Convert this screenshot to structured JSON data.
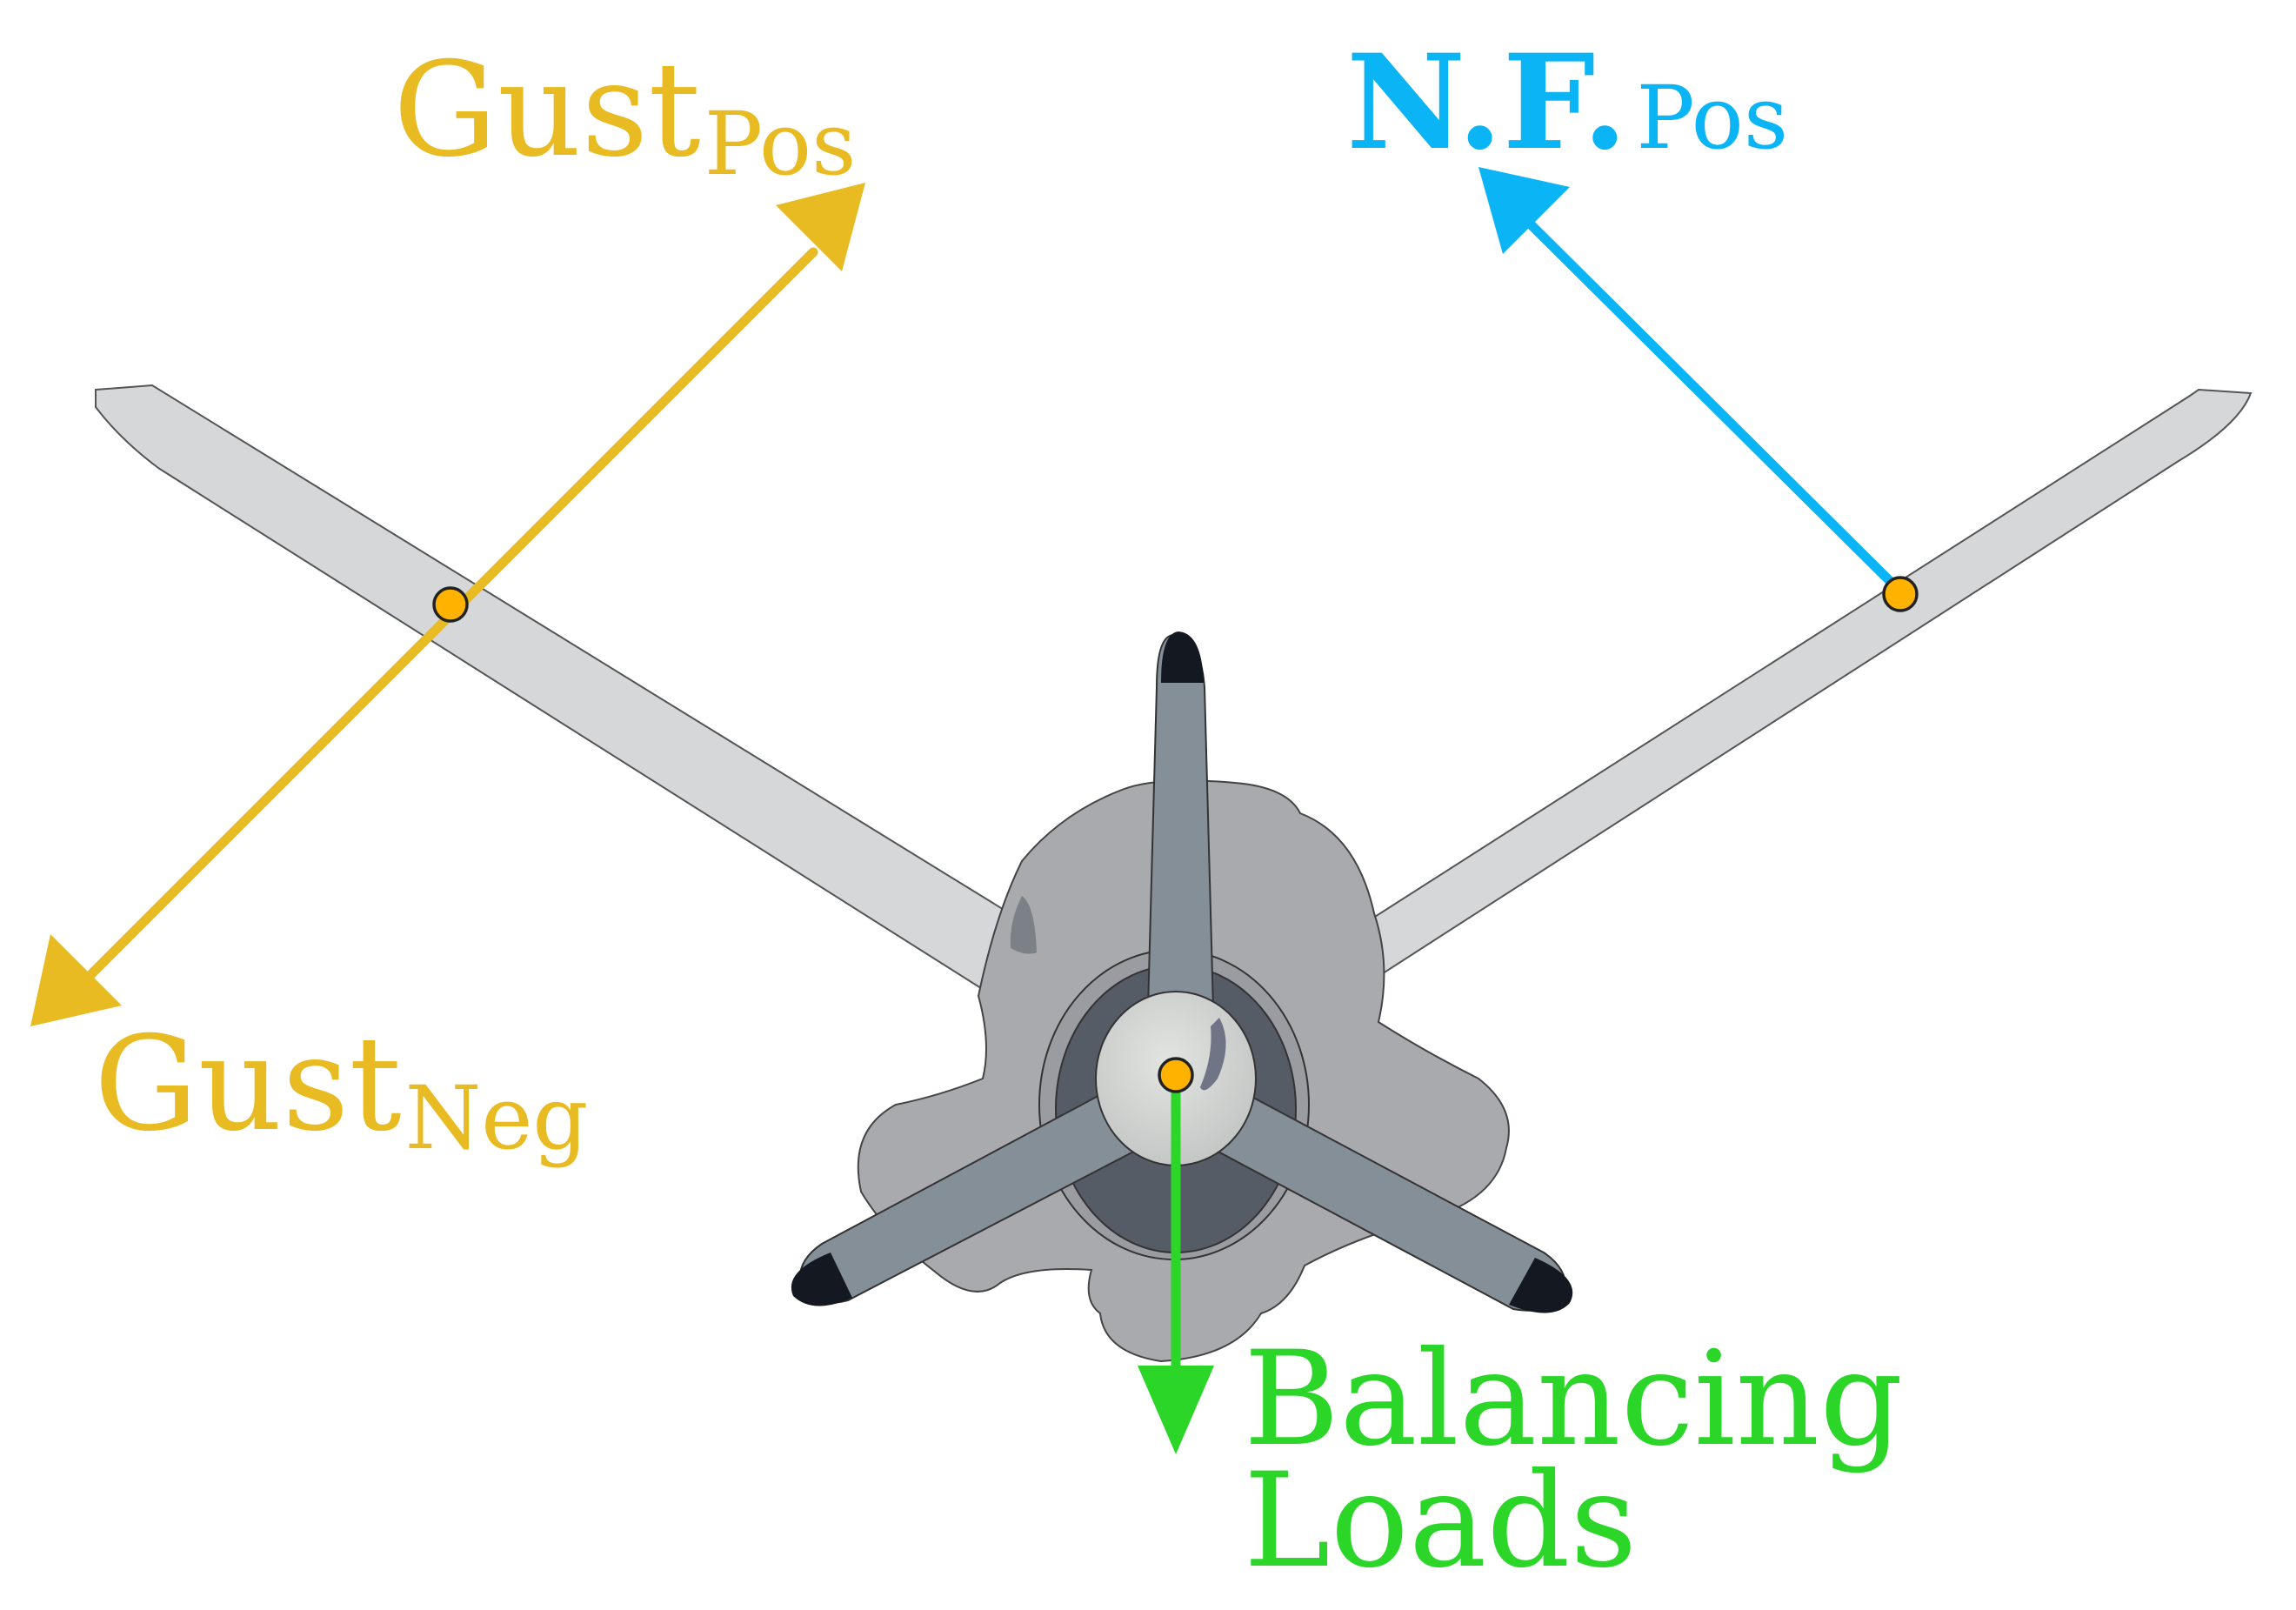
{
  "colors": {
    "gust": "#E8BB22",
    "normal_force": "#0BB4F4",
    "balancing": "#2BD629",
    "point_fill": "#FFB300",
    "wing": "#D5D7D9",
    "fuselage": "#A8AAAE",
    "propeller": "#858F98",
    "spinner": "#CFD1CF",
    "cowling_dark": "#565C66",
    "prop_tip": "#141820"
  },
  "labels": {
    "gust_pos": {
      "main": "Gust",
      "sub": "Pos"
    },
    "gust_neg": {
      "main": "Gust",
      "sub": "Neg"
    },
    "nf_pos": {
      "main": "N.F.",
      "sub": "Pos"
    },
    "balancing": {
      "line1": "Balancing",
      "line2": "Loads"
    }
  },
  "icons": {
    "aircraft": "front-view-propeller-aircraft-icon",
    "arrow": "force-vector-arrow-icon",
    "point": "load-application-point-icon"
  }
}
